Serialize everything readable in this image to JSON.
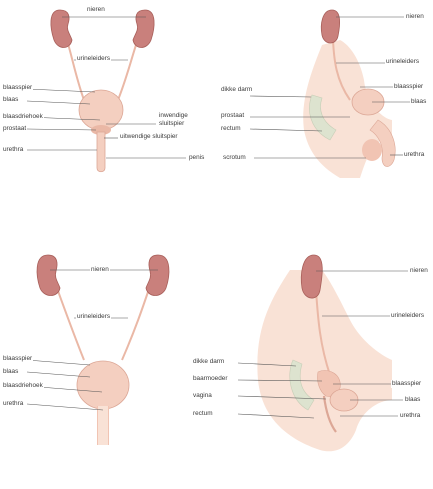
{
  "colors": {
    "kidney": "#c9807c",
    "kidney_dark": "#a85f5a",
    "tube": "#eab8a6",
    "bladder": "#f4cfc0",
    "skin": "#f9e2d6",
    "colon": "#dde3cf",
    "line": "#555555"
  },
  "male_front": {
    "nieren": "nieren",
    "urineleiders": "urineleiders",
    "blaasspier": "blaasspier",
    "blaas": "blaas",
    "blaasdriehoek": "blaasdriehoek",
    "prostaat": "prostaat",
    "urethra": "urethra",
    "inwendige_sluitspier_1": "inwendige",
    "inwendige_sluitspier_2": "sluitspier",
    "uitwendige_sluitspier": "uitwendige sluitspier",
    "penis": "penis"
  },
  "male_side": {
    "nieren": "nieren",
    "urineleiders": "urineleiders",
    "blaasspier": "blaasspier",
    "blaas": "blaas",
    "dikke_darm": "dikke darm",
    "prostaat": "prostaat",
    "rectum": "rectum",
    "scrotum": "scrotum",
    "urethra": "urethra"
  },
  "female_front": {
    "nieren": "nieren",
    "urineleiders": "urineleiders",
    "blaasspier": "blaasspier",
    "blaas": "blaas",
    "blaasdriehoek": "blaasdriehoek",
    "urethra": "urethra"
  },
  "female_side": {
    "nieren": "nieren",
    "urineleiders": "urineleiders",
    "dikke_darm": "dikke darm",
    "baarmoeder": "baarmoeder",
    "vagina": "vagina",
    "blaasspier": "blaasspier",
    "rectum": "rectum",
    "blaas": "blaas",
    "urethra": "urethra"
  }
}
